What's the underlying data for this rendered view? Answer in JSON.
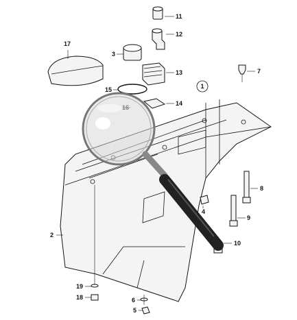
{
  "diagram": {
    "reference_mark": "1",
    "callouts": {
      "c2": "2",
      "c3": "3",
      "c4": "4",
      "c5": "5",
      "c6": "6",
      "c7": "7",
      "c8": "8",
      "c9": "9",
      "c10": "10",
      "c11": "11",
      "c12": "12",
      "c13": "13",
      "c14": "14",
      "c15": "15",
      "c16": "16",
      "c17": "17",
      "c18": "18",
      "c19": "19"
    },
    "magnifier": {
      "icon": "magnifying-glass-icon",
      "handle_color": "#222222",
      "lens_tint": "#d9d9d9"
    }
  }
}
